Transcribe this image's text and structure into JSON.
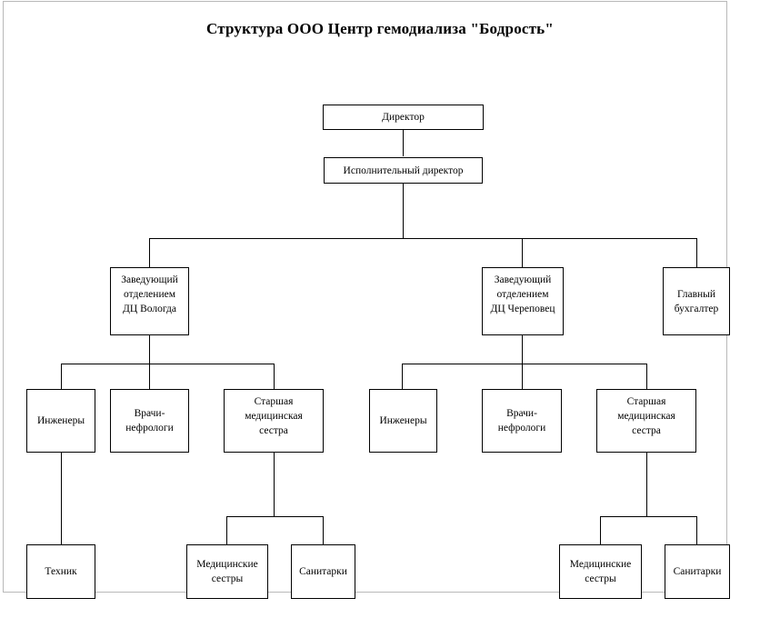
{
  "title": "Структура ООО Центр гемодиализа \"Бодрость\"",
  "chart_data": {
    "type": "diagram",
    "diagram_kind": "organizational-chart",
    "title": "Структура ООО Центр гемодиализа \"Бодрость\"",
    "orientation": "top-down",
    "node_shape": "rectangle",
    "node_fill": "#ffffff",
    "node_border": "#000000",
    "connector_color": "#000000",
    "levels": 5,
    "nodes": [
      {
        "id": "director",
        "label": "Директор",
        "level": 0
      },
      {
        "id": "exec-director",
        "label": "Исполнительный директор",
        "level": 1
      },
      {
        "id": "head-vologda",
        "label": "Заведующий отделением ДЦ Вологда",
        "level": 2
      },
      {
        "id": "head-cherepovets",
        "label": "Заведующий отделением ДЦ Череповец",
        "level": 2
      },
      {
        "id": "chief-accountant",
        "label": "Главный бухгалтер",
        "level": 2
      },
      {
        "id": "engineers-vologda",
        "label": "Инженеры",
        "level": 3
      },
      {
        "id": "nephrologists-vologda",
        "label": "Врачи-нефрологи",
        "level": 3
      },
      {
        "id": "head-nurse-vologda",
        "label": "Старшая медицинская сестра",
        "level": 3
      },
      {
        "id": "engineers-cherepovets",
        "label": "Инженеры",
        "level": 3
      },
      {
        "id": "nephrologists-cherepovets",
        "label": "Врачи-нефрологи",
        "level": 3
      },
      {
        "id": "head-nurse-cherepovets",
        "label": "Старшая медицинская сестра",
        "level": 3
      },
      {
        "id": "technician",
        "label": "Техник",
        "level": 4
      },
      {
        "id": "nurses-vologda",
        "label": "Медицинские сестры",
        "level": 4
      },
      {
        "id": "orderlies-vologda",
        "label": "Санитарки",
        "level": 4
      },
      {
        "id": "nurses-cherepovets",
        "label": "Медицинские сестры",
        "level": 4
      },
      {
        "id": "orderlies-cherepovets",
        "label": "Санитарки",
        "level": 4
      }
    ],
    "edges": [
      {
        "from": "director",
        "to": "exec-director"
      },
      {
        "from": "exec-director",
        "to": "head-vologda"
      },
      {
        "from": "exec-director",
        "to": "head-cherepovets"
      },
      {
        "from": "exec-director",
        "to": "chief-accountant"
      },
      {
        "from": "head-vologda",
        "to": "engineers-vologda"
      },
      {
        "from": "head-vologda",
        "to": "nephrologists-vologda"
      },
      {
        "from": "head-vologda",
        "to": "head-nurse-vologda"
      },
      {
        "from": "head-cherepovets",
        "to": "engineers-cherepovets"
      },
      {
        "from": "head-cherepovets",
        "to": "nephrologists-cherepovets"
      },
      {
        "from": "head-cherepovets",
        "to": "head-nurse-cherepovets"
      },
      {
        "from": "engineers-vologda",
        "to": "technician"
      },
      {
        "from": "head-nurse-vologda",
        "to": "nurses-vologda"
      },
      {
        "from": "head-nurse-vologda",
        "to": "orderlies-vologda"
      },
      {
        "from": "head-nurse-cherepovets",
        "to": "nurses-cherepovets"
      },
      {
        "from": "head-nurse-cherepovets",
        "to": "orderlies-cherepovets"
      }
    ]
  },
  "nodes": {
    "director": {
      "line1": "Директор"
    },
    "exec_director": {
      "line1": "Исполнительный директор"
    },
    "head_vologda": {
      "line1": "Заведующий",
      "line2": "отделением",
      "line3": "ДЦ Вологда"
    },
    "head_cherepovets": {
      "line1": "Заведующий",
      "line2": "отделением",
      "line3": "ДЦ Череповец"
    },
    "chief_accountant": {
      "line1": "Главный",
      "line2": "бухгалтер"
    },
    "engineers_vologda": {
      "line1": "Инженеры"
    },
    "nephrologists_vologda": {
      "line1": "Врачи-",
      "line2": "нефрологи"
    },
    "head_nurse_vologda": {
      "line1": "Старшая",
      "line2": "медицинская",
      "line3": "сестра"
    },
    "engineers_cherepovets": {
      "line1": "Инженеры"
    },
    "nephrologists_cherepovets": {
      "line1": "Врачи-",
      "line2": "нефрологи"
    },
    "head_nurse_cherepovets": {
      "line1": "Старшая",
      "line2": "медицинская",
      "line3": "сестра"
    },
    "technician": {
      "line1": "Техник"
    },
    "nurses_vologda": {
      "line1": "Медицинские",
      "line2": "сестры"
    },
    "orderlies_vologda": {
      "line1": "Санитарки"
    },
    "nurses_cherepovets": {
      "line1": "Медицинские",
      "line2": "сестры"
    },
    "orderlies_cherepovets": {
      "line1": "Санитарки"
    }
  }
}
